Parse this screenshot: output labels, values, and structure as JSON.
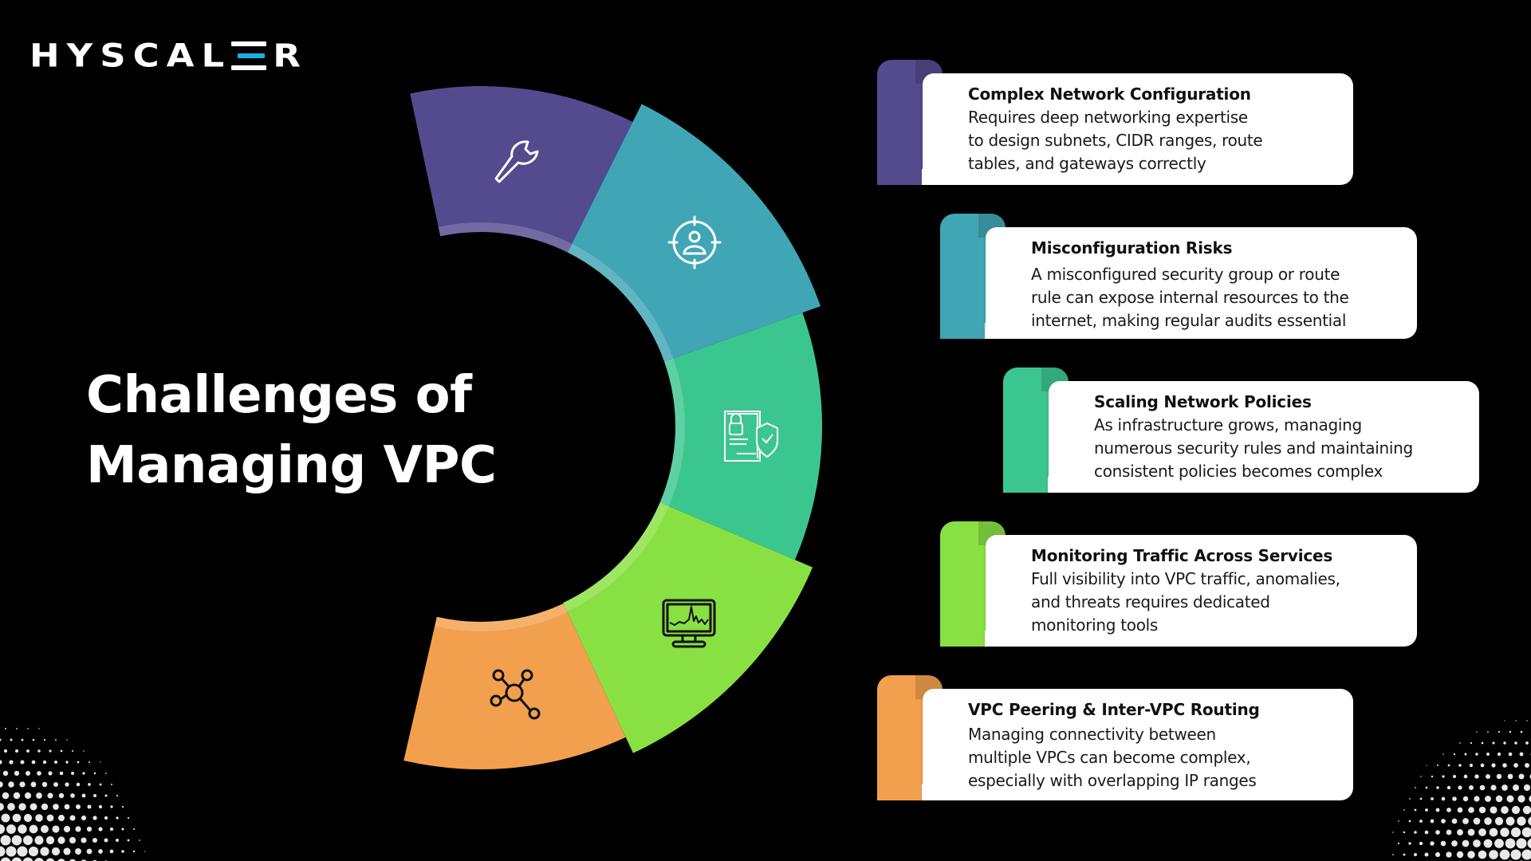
{
  "brand": {
    "logo_prefix": "HYSCAL",
    "logo_suffix": "R",
    "logo_e_accent_color": "#1ab0e8"
  },
  "title": {
    "line1": "Challenges of",
    "line2": "Managing VPC"
  },
  "segments": [
    {
      "name": "purple",
      "color": "#544a8e",
      "icon": "wrench-icon"
    },
    {
      "name": "teal",
      "color": "#40a6b5",
      "icon": "target-user-icon"
    },
    {
      "name": "green",
      "color": "#3cc68f",
      "icon": "document-lock-shield-icon"
    },
    {
      "name": "lime",
      "color": "#89e043",
      "icon": "monitor-chart-icon"
    },
    {
      "name": "orange",
      "color": "#f2a04d",
      "icon": "network-nodes-icon"
    }
  ],
  "cards": [
    {
      "color": "#544a8e",
      "heading": "Complex Network Configuration",
      "lines": [
        "Requires deep networking expertise",
        "to design subnets, CIDR ranges, route",
        "tables, and gateways correctly"
      ]
    },
    {
      "color": "#40a6b5",
      "heading": "Misconfiguration Risks",
      "lines": [
        "A misconfigured security group or route",
        "rule can expose internal resources to the",
        "internet, making regular audits essential"
      ]
    },
    {
      "color": "#3cc68f",
      "heading": "Scaling Network Policies",
      "lines": [
        "As infrastructure grows, managing",
        "numerous security rules and maintaining",
        "consistent policies becomes complex"
      ]
    },
    {
      "color": "#89e043",
      "heading": "Monitoring Traffic Across Services",
      "lines": [
        "Full visibility into VPC traffic, anomalies,",
        "and threats requires dedicated",
        "monitoring tools"
      ]
    },
    {
      "color": "#f2a04d",
      "heading": "VPC Peering & Inter-VPC Routing",
      "lines": [
        "Managing connectivity between",
        "multiple VPCs can become complex,",
        "especially with overlapping IP ranges"
      ]
    }
  ]
}
